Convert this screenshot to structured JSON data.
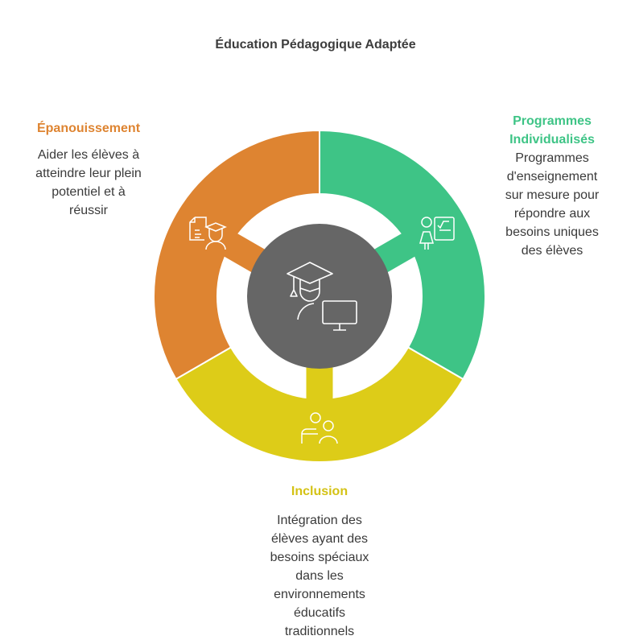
{
  "title": "Éducation Pédagogique Adaptée",
  "colors": {
    "orange": "#DE8431",
    "green": "#3EC486",
    "yellow": "#DDCC18",
    "center": "#666666"
  },
  "segments": [
    {
      "id": "epanouissement",
      "title": [
        "Épanouissement"
      ],
      "body": [
        "Aider les élèves à",
        "atteindre leur plein",
        "potentiel et à",
        "réussir"
      ],
      "icon": "document-graduate-icon"
    },
    {
      "id": "programmes",
      "title": [
        "Programmes",
        "Individualisés"
      ],
      "body": [
        "Programmes",
        "d'enseignement",
        "sur mesure pour",
        "répondre aux",
        "besoins uniques",
        "des élèves"
      ],
      "icon": "teacher-board-icon"
    },
    {
      "id": "inclusion",
      "title": [
        "Inclusion"
      ],
      "body": [
        "Intégration des",
        "élèves ayant des",
        "besoins spéciaux",
        "dans les",
        "environnements",
        "éducatifs",
        "traditionnels"
      ],
      "icon": "student-teacher-icon"
    }
  ],
  "center_icon": "graduate-computer-icon"
}
